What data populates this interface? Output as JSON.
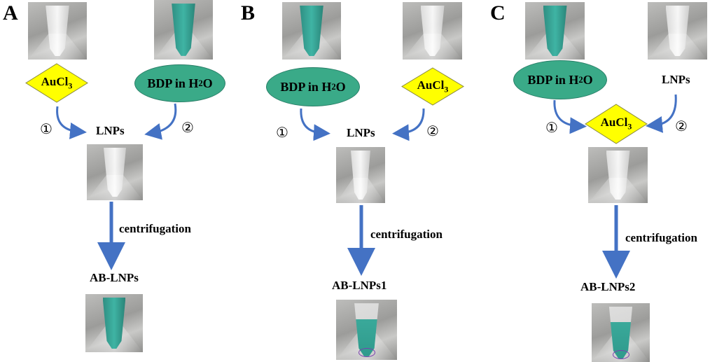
{
  "panels": [
    {
      "label": "A",
      "step1": "①",
      "step2": "②",
      "center": "LNPs",
      "reagent_au": "AuCl",
      "reagent_au_sub": "3",
      "reagent_bdp": "BDP in H",
      "reagent_bdp_sub": "2",
      "reagent_bdp_tail": "O",
      "process": "centrifugation",
      "product": "AB-LNPs"
    },
    {
      "label": "B",
      "step1": "①",
      "step2": "②",
      "center": "LNPs",
      "reagent_au": "AuCl",
      "reagent_au_sub": "3",
      "reagent_bdp": "BDP in H",
      "reagent_bdp_sub": "2",
      "reagent_bdp_tail": "O",
      "process": "centrifugation",
      "product": "AB-LNPs1"
    },
    {
      "label": "C",
      "step1": "①",
      "step2": "②",
      "center": "AuCl",
      "center_sub": "3",
      "reagent_lnps": "LNPs",
      "reagent_bdp": "BDP in H",
      "reagent_bdp_sub": "2",
      "reagent_bdp_tail": "O",
      "process": "centrifugation",
      "product": "AB-LNPs2"
    }
  ],
  "colors": {
    "arrow": "#4472c4",
    "diamond": "#ffff00",
    "ellipse": "#3aaa88",
    "precipitate_ring": "#7a3fb0"
  }
}
